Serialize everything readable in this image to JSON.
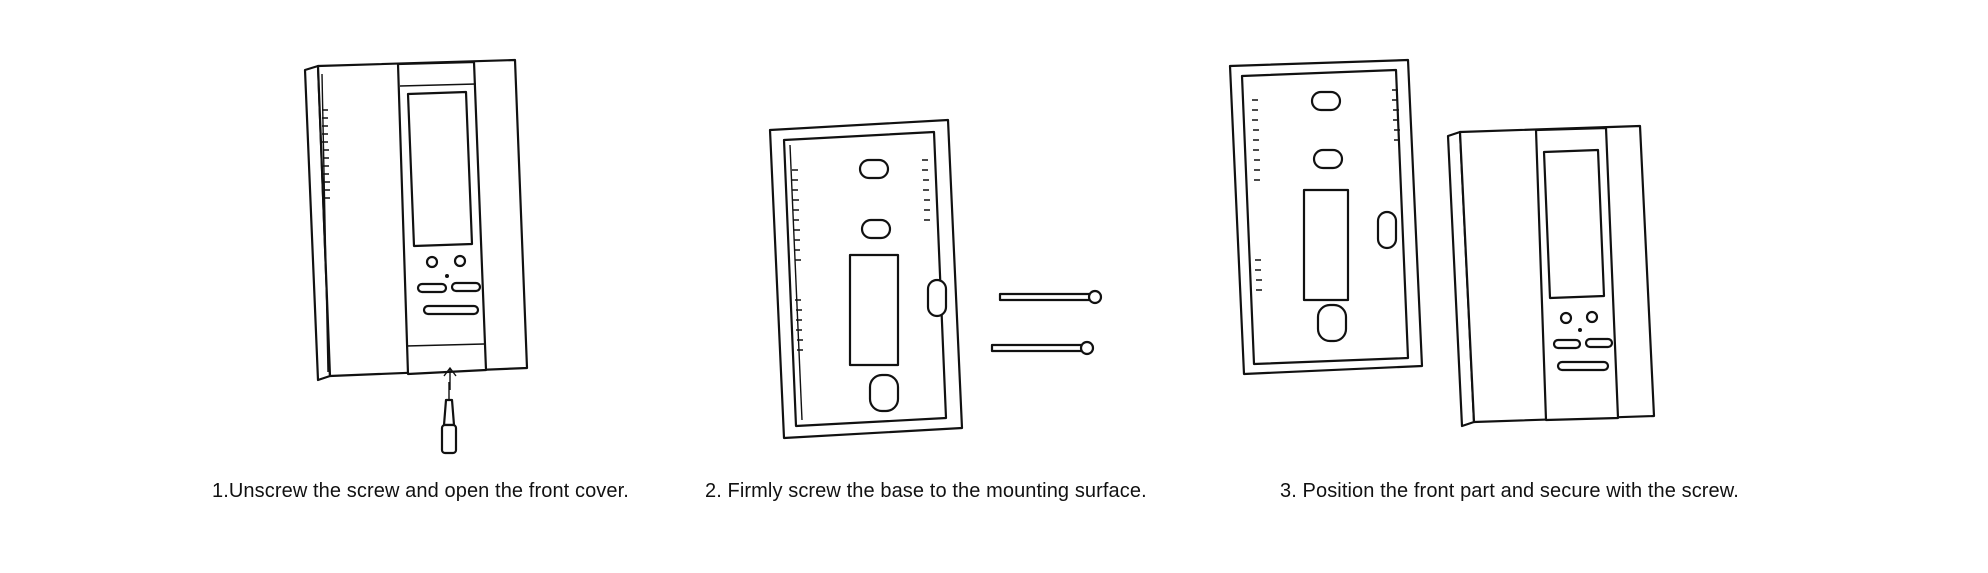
{
  "diagram": {
    "steps": [
      {
        "caption": "1.Unscrew the screw and open the front cover."
      },
      {
        "caption": "2. Firmly screw the base to the mounting surface."
      },
      {
        "caption": "3. Position the front part and secure with the screw."
      }
    ],
    "icons": [
      "thermostat-front-icon",
      "screwdriver-icon",
      "up-arrow-icon",
      "mounting-base-icon",
      "screw-icon"
    ]
  }
}
